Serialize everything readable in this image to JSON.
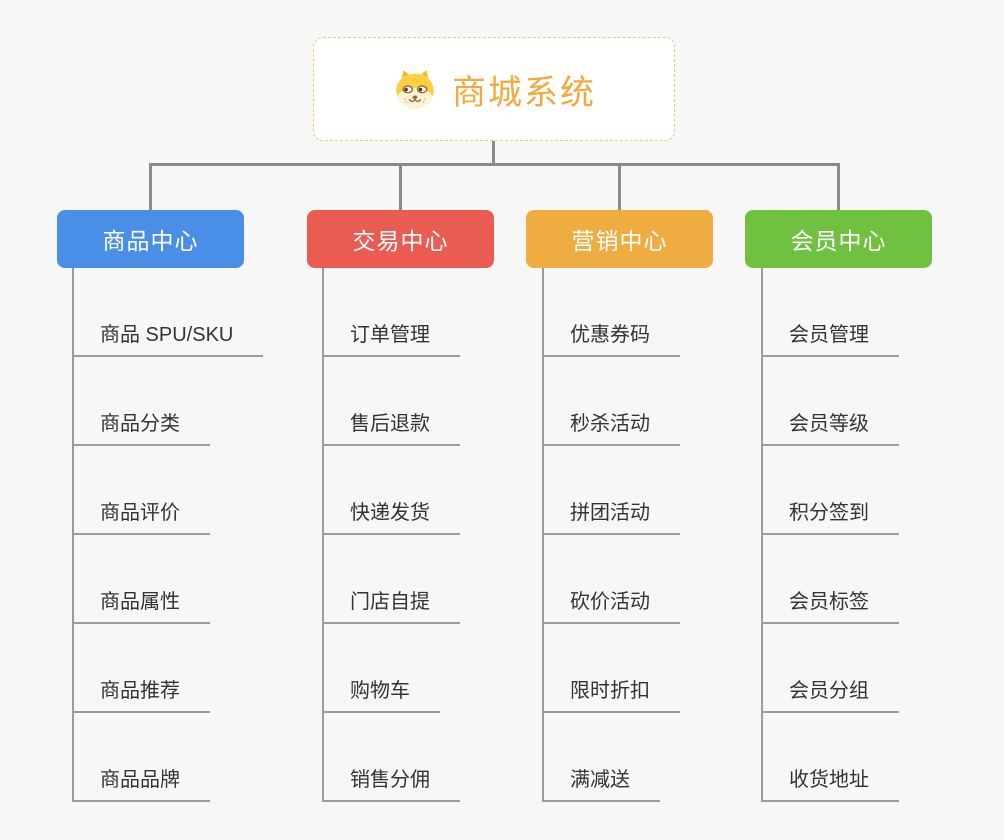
{
  "root": {
    "title": "商城系统",
    "icon": "shiba-dog-icon",
    "title_color": "#f2a93d",
    "border_color": "#f2c577"
  },
  "connector_color": "#8a8a8a",
  "leaf_line_color": "#9c9c9c",
  "branches": [
    {
      "label": "商品中心",
      "color": "#4a8fe7",
      "items": [
        "商品 SPU/SKU",
        "商品分类",
        "商品评价",
        "商品属性",
        "商品推荐",
        "商品品牌"
      ]
    },
    {
      "label": "交易中心",
      "color": "#ea5b52",
      "items": [
        "订单管理",
        "售后退款",
        "快递发货",
        "门店自提",
        "购物车",
        "销售分佣"
      ]
    },
    {
      "label": "营销中心",
      "color": "#efac41",
      "items": [
        "优惠券码",
        "秒杀活动",
        "拼团活动",
        "砍价活动",
        "限时折扣",
        "满减送"
      ]
    },
    {
      "label": "会员中心",
      "color": "#6fc13f",
      "items": [
        "会员管理",
        "会员等级",
        "积分签到",
        "会员标签",
        "会员分组",
        "收货地址"
      ]
    }
  ]
}
